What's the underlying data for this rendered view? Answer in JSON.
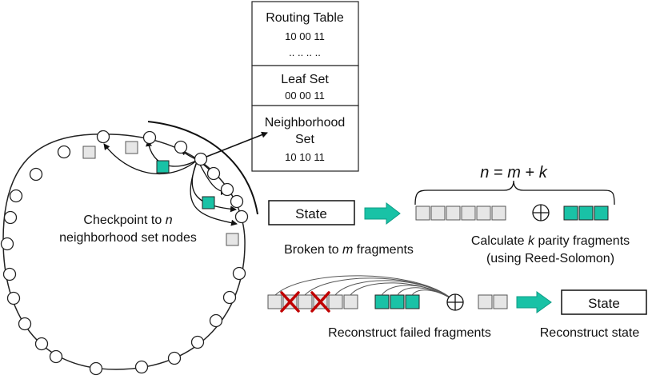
{
  "node_table": {
    "routing_table": {
      "title": "Routing Table",
      "value": "10 00 11",
      "ellipsis": ".. .. .. .."
    },
    "leaf_set": {
      "title": "Leaf Set",
      "value": "00 00 11"
    },
    "neighborhood_set": {
      "title_line1": "Neighborhood",
      "title_line2": "Set",
      "value": "10 10 11"
    }
  },
  "ring": {
    "checkpoint_label_line1": "Checkpoint to",
    "checkpoint_label_var": "n",
    "checkpoint_label_line2": "neighborhood set nodes"
  },
  "encode": {
    "state_label": "State",
    "broken_text": "Broken to",
    "broken_var": "m",
    "broken_suffix": "fragments",
    "formula_n": "n",
    "formula_eq": " = ",
    "formula_m": "m",
    "formula_plus": " + ",
    "formula_k": "k",
    "parity_prefix": "Calculate",
    "parity_var": "k",
    "parity_suffix": "parity fragments",
    "parity_note": "(using Reed-Solomon)",
    "xor_symbol": "⊕"
  },
  "decode": {
    "reconstruct_fragments_label": "Reconstruct failed fragments",
    "reconstruct_state_label": "Reconstruct state",
    "state_label": "State",
    "xor_symbol": "⊕"
  },
  "colors": {
    "teal": "#19c2a6",
    "gray_fill": "#e6e6e6",
    "red_x": "#c00000",
    "stroke": "#222222"
  }
}
